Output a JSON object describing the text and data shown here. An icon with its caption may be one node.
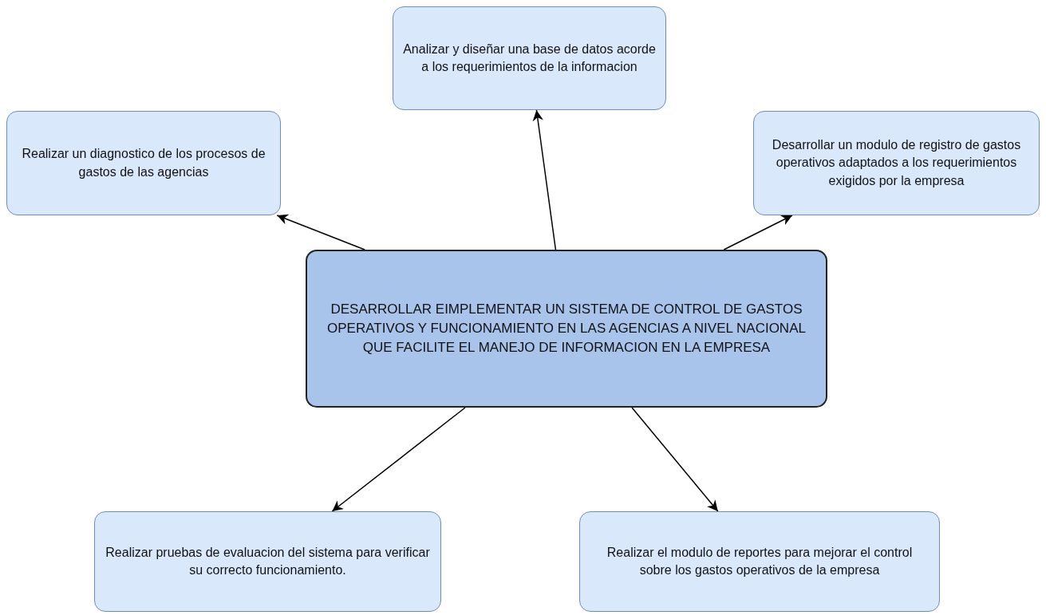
{
  "diagram": {
    "nodes": [
      {
        "text": [
          "Analizar y diseñar una base de datos acorde a los requerimientos de la informacion"
        ]
      },
      {
        "text": [
          "Realizar un diagnostico de los procesos de gastos de las agencias"
        ]
      },
      {
        "text": [
          "Desarrollar un modulo de registro de gastos operativos adaptados a los requerimientos exigidos por la empresa"
        ]
      },
      {
        "text": [
          "DESARROLLAR EIMPLEMENTAR UN SISTEMA DE CONTROL DE GASTOS OPERATIVOS Y FUNCIONAMIENTO EN LAS AGENCIAS A NIVEL NACIONAL QUE FACILITE EL MANEJO DE INFORMACION EN LA EMPRESA"
        ]
      },
      {
        "text": [
          "Realizar pruebas de evaluacion del sistema para verificar su correcto funcionamiento."
        ]
      },
      {
        "text": [
          "Realizar el modulo de reportes para mejorar el control sobre los gastos operativos de la empresa"
        ]
      }
    ],
    "edges": [
      {
        "from": 3,
        "to": 0,
        "arrow": "to"
      },
      {
        "from": 3,
        "to": 1,
        "arrow": "to"
      },
      {
        "from": 3,
        "to": 2,
        "arrow": "to"
      },
      {
        "from": 3,
        "to": 4,
        "arrow": "to"
      },
      {
        "from": 3,
        "to": 5,
        "arrow": "to"
      }
    ]
  }
}
